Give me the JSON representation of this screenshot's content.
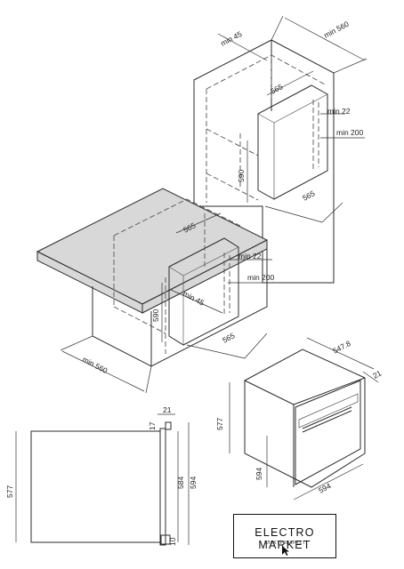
{
  "diagram": {
    "labels": {
      "min45_top": "min 45",
      "min560_top": "min 560",
      "d565_top": "565",
      "min22_top": "min 22",
      "min200_top": "min 200",
      "d590_top": "590",
      "d565_mid": "565",
      "d565_low_top": "565",
      "min22_low": "min 22",
      "min200_low": "min 200",
      "min45_low": "min 45",
      "d590_low": "590",
      "d565_low": "565",
      "min560_low": "min 560",
      "d547_8": "547.8",
      "d21_right": "21",
      "d577_right": "577",
      "d594_right_v": "594",
      "d594_right_h": "594",
      "d21_side": "21",
      "d17_side": "17",
      "d577_side": "577",
      "d584_side": "584",
      "d594_side": "594",
      "d10_side": "10"
    }
  },
  "logo": {
    "title": "ELECTRO MARKET",
    "subtitle": "ЭЛЕКТРОМАРКЕТ"
  },
  "colors": {
    "line": "#2b2b2b",
    "slab": "#d8d8d8",
    "background": "#ffffff"
  }
}
